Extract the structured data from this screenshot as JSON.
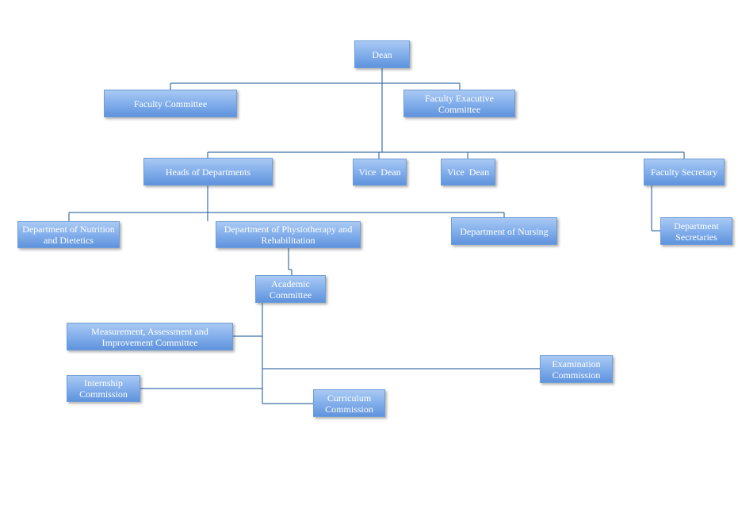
{
  "nodes": {
    "dean": "Dean",
    "faculty_committee": "Faculty Committee",
    "faculty_executive_committee": "Faculty Exacutive Committee",
    "heads_of_departments": "Heads of Departments",
    "vice_dean_1": "Vice  Dean",
    "vice_dean_2": "Vice  Dean",
    "faculty_secretary": "Faculty Secretary",
    "dept_nutrition": "Department of Nutrition and Dietetics",
    "dept_physiotherapy": "Department of Physiotherapy and Rehabilitation",
    "dept_nursing": "Department of Nursing",
    "department_secretaries": "Department Secretaries",
    "academic_committee": "Academic Committee",
    "measurement_committee": "Measurement, Assessment and Improvement Committee",
    "examination_commission": "Examination Commission",
    "internship_commission": "Internship Commission",
    "curriculum_commission": "Curriculum Commission"
  },
  "colors": {
    "node_fill_top": "#a9c9f3",
    "node_fill_bottom": "#5f93dd",
    "connector": "#3d6fa8",
    "text": "#ffffff"
  }
}
